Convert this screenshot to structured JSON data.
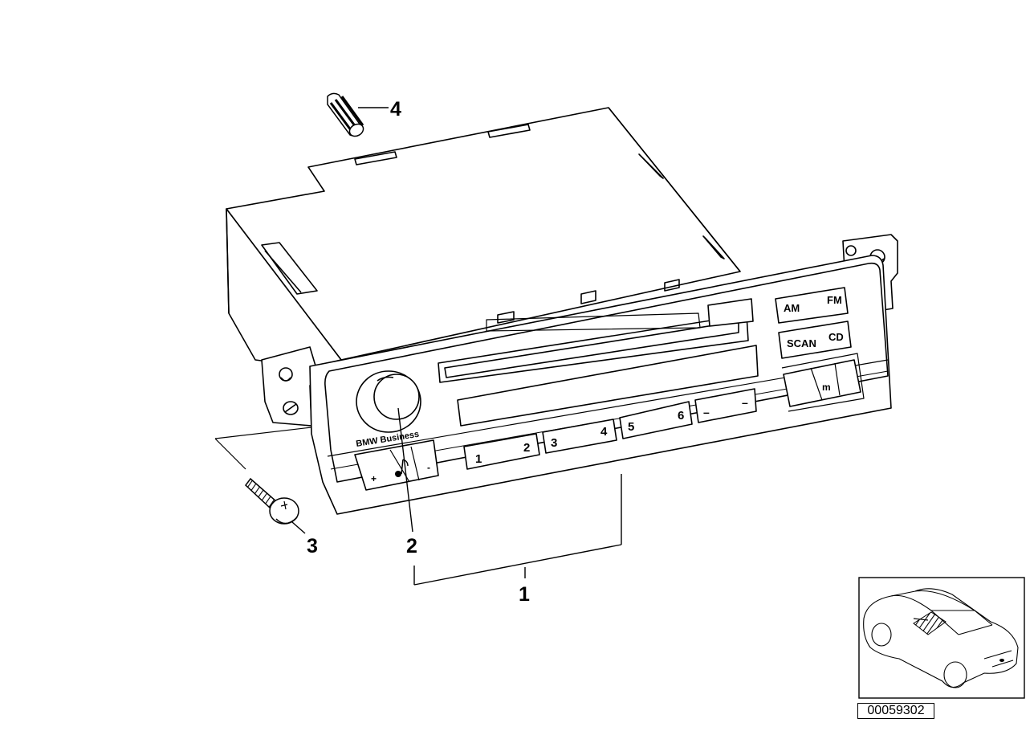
{
  "callouts": {
    "assembly": "1",
    "knob": "2",
    "screw": "3",
    "pin": "4"
  },
  "radio": {
    "brand": "BMW Business",
    "am": "AM",
    "fm": "FM",
    "scan": "SCAN",
    "cd": "CD",
    "m": "m",
    "plus": "+",
    "minus": "-",
    "seek_left": "–",
    "seek_right": "–",
    "presets": [
      "1",
      "2",
      "3",
      "4",
      "5",
      "6"
    ]
  },
  "reference_id": "00059302",
  "colors": {
    "line": "#000000",
    "background": "#ffffff"
  }
}
